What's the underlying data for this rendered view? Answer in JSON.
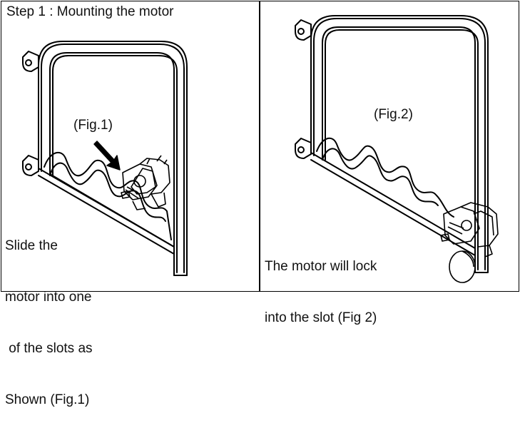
{
  "step": {
    "title": "Step 1 : Mounting the motor"
  },
  "figure_1": {
    "label": "(Fig.1)",
    "caption_lines": [
      "Slide the",
      "motor into one",
      " of the slots as",
      "Shown (Fig.1)"
    ]
  },
  "figure_2": {
    "label": "(Fig.2)",
    "caption_lines": [
      "The motor will lock",
      "into the slot (Fig 2)"
    ]
  },
  "colors": {
    "line": "#000000",
    "background": "#ffffff"
  }
}
